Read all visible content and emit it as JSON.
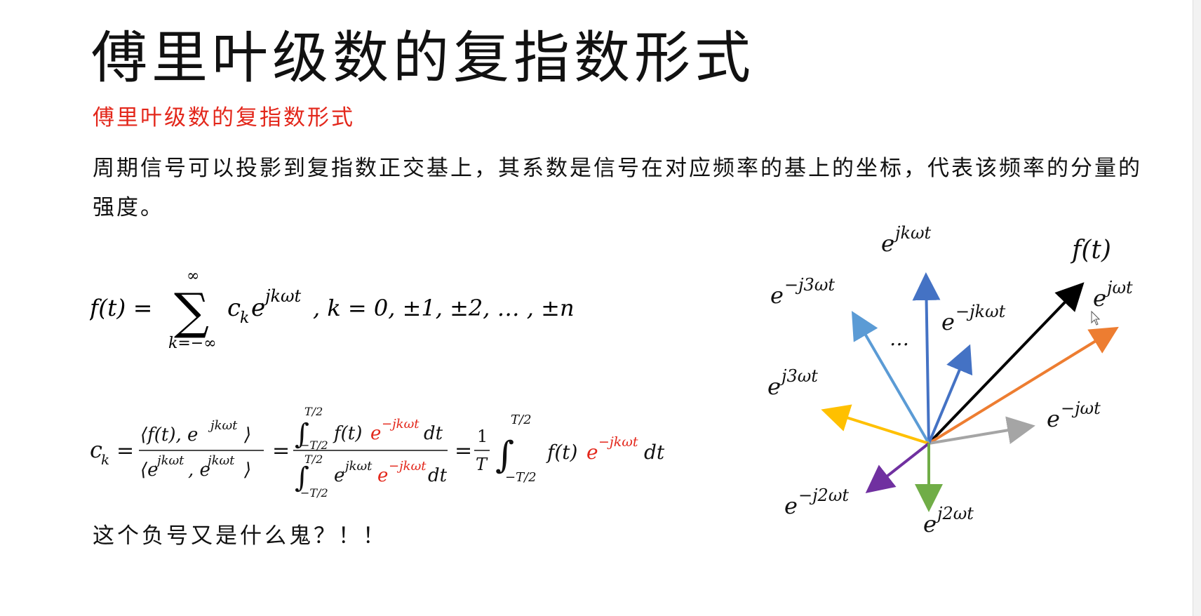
{
  "slide": {
    "title": "傅里叶级数的复指数形式",
    "section_heading": "傅里叶级数的复指数形式",
    "paragraph": "周期信号可以投影到复指数正交基上，其系数是信号在对应频率的基上的坐标，代表该频率的分量的强度。",
    "question": "这个负号又是什么鬼？！！"
  },
  "formula1": {
    "lhs": "f(t) =",
    "sum_sign": "∑",
    "upper": "∞",
    "lower": "k=−∞",
    "term_c": "c",
    "term_c_sub": "k",
    "term_e": "e",
    "term_exp": "jkωt",
    "condition": ", k = 0, ±1, ±2, … , ±n"
  },
  "formula2": {
    "ck": "c",
    "ck_sub": "k",
    "eq": "=",
    "inner_num": "⟨f(t), e",
    "inner_num_exp": "jkωt",
    "inner_num_close": "⟩",
    "inner_den": "⟨e",
    "inner_den_exp1": "jkωt",
    "inner_den_mid": ", e",
    "inner_den_exp2": "jkωt",
    "inner_den_close": "⟩",
    "integral": "∫",
    "upper_limit": "T/2",
    "lower_limit": "−T/2",
    "ft": "f(t)",
    "e": "e",
    "neg_exp": "−jkωt",
    "pos_exp": "jkωt",
    "dt": "dt",
    "one": "1",
    "T": "T"
  },
  "diagram": {
    "vectors": [
      {
        "label": "e^{jkωt}",
        "base": "e",
        "exp": "jkωt",
        "color": "#4472c4"
      },
      {
        "label": "f(t)",
        "base": "f(t)",
        "exp": "",
        "color": "#000000"
      },
      {
        "label": "e^{jωt}",
        "base": "e",
        "exp": "jωt",
        "color": "#ed7d31"
      },
      {
        "label": "e^{-jωt}",
        "base": "e",
        "exp": "−jωt",
        "color": "#a5a5a5"
      },
      {
        "label": "e^{-jkωt}",
        "base": "e",
        "exp": "−jkωt",
        "color": "#4472c4"
      },
      {
        "label": "e^{-j3ωt}",
        "base": "e",
        "exp": "−j3ωt",
        "color": "#5b9bd5"
      },
      {
        "label": "e^{j3ωt}",
        "base": "e",
        "exp": "j3ωt",
        "color": "#ffc000"
      },
      {
        "label": "e^{-j2ωt}",
        "base": "e",
        "exp": "−j2ωt",
        "color": "#7030a0"
      },
      {
        "label": "e^{j2ωt}",
        "base": "e",
        "exp": "j2ωt",
        "color": "#70ad47"
      }
    ],
    "ellipsis": "…"
  }
}
